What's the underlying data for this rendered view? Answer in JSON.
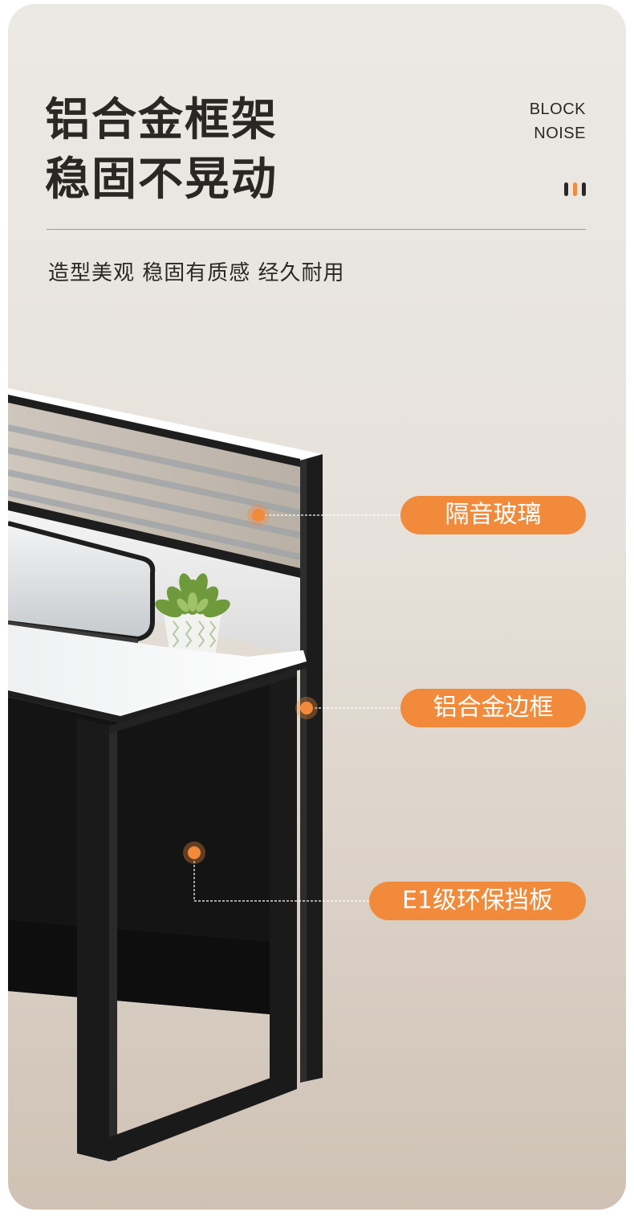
{
  "header": {
    "title_lines": [
      "铝合金框架",
      "稳固不晃动"
    ],
    "english_lines": [
      "BLOCK",
      "NOISE"
    ],
    "subtitle": "造型美观 稳固有质感  经久耐用"
  },
  "callouts": [
    {
      "label": "隔音玻璃"
    },
    {
      "label": "铝合金边框"
    },
    {
      "label": "E1级环保挡板"
    }
  ],
  "colors": {
    "accent": "#f28a3b",
    "text": "#2b2725",
    "background_top": "#ece9e5",
    "background_bottom": "#cfc2b5"
  }
}
